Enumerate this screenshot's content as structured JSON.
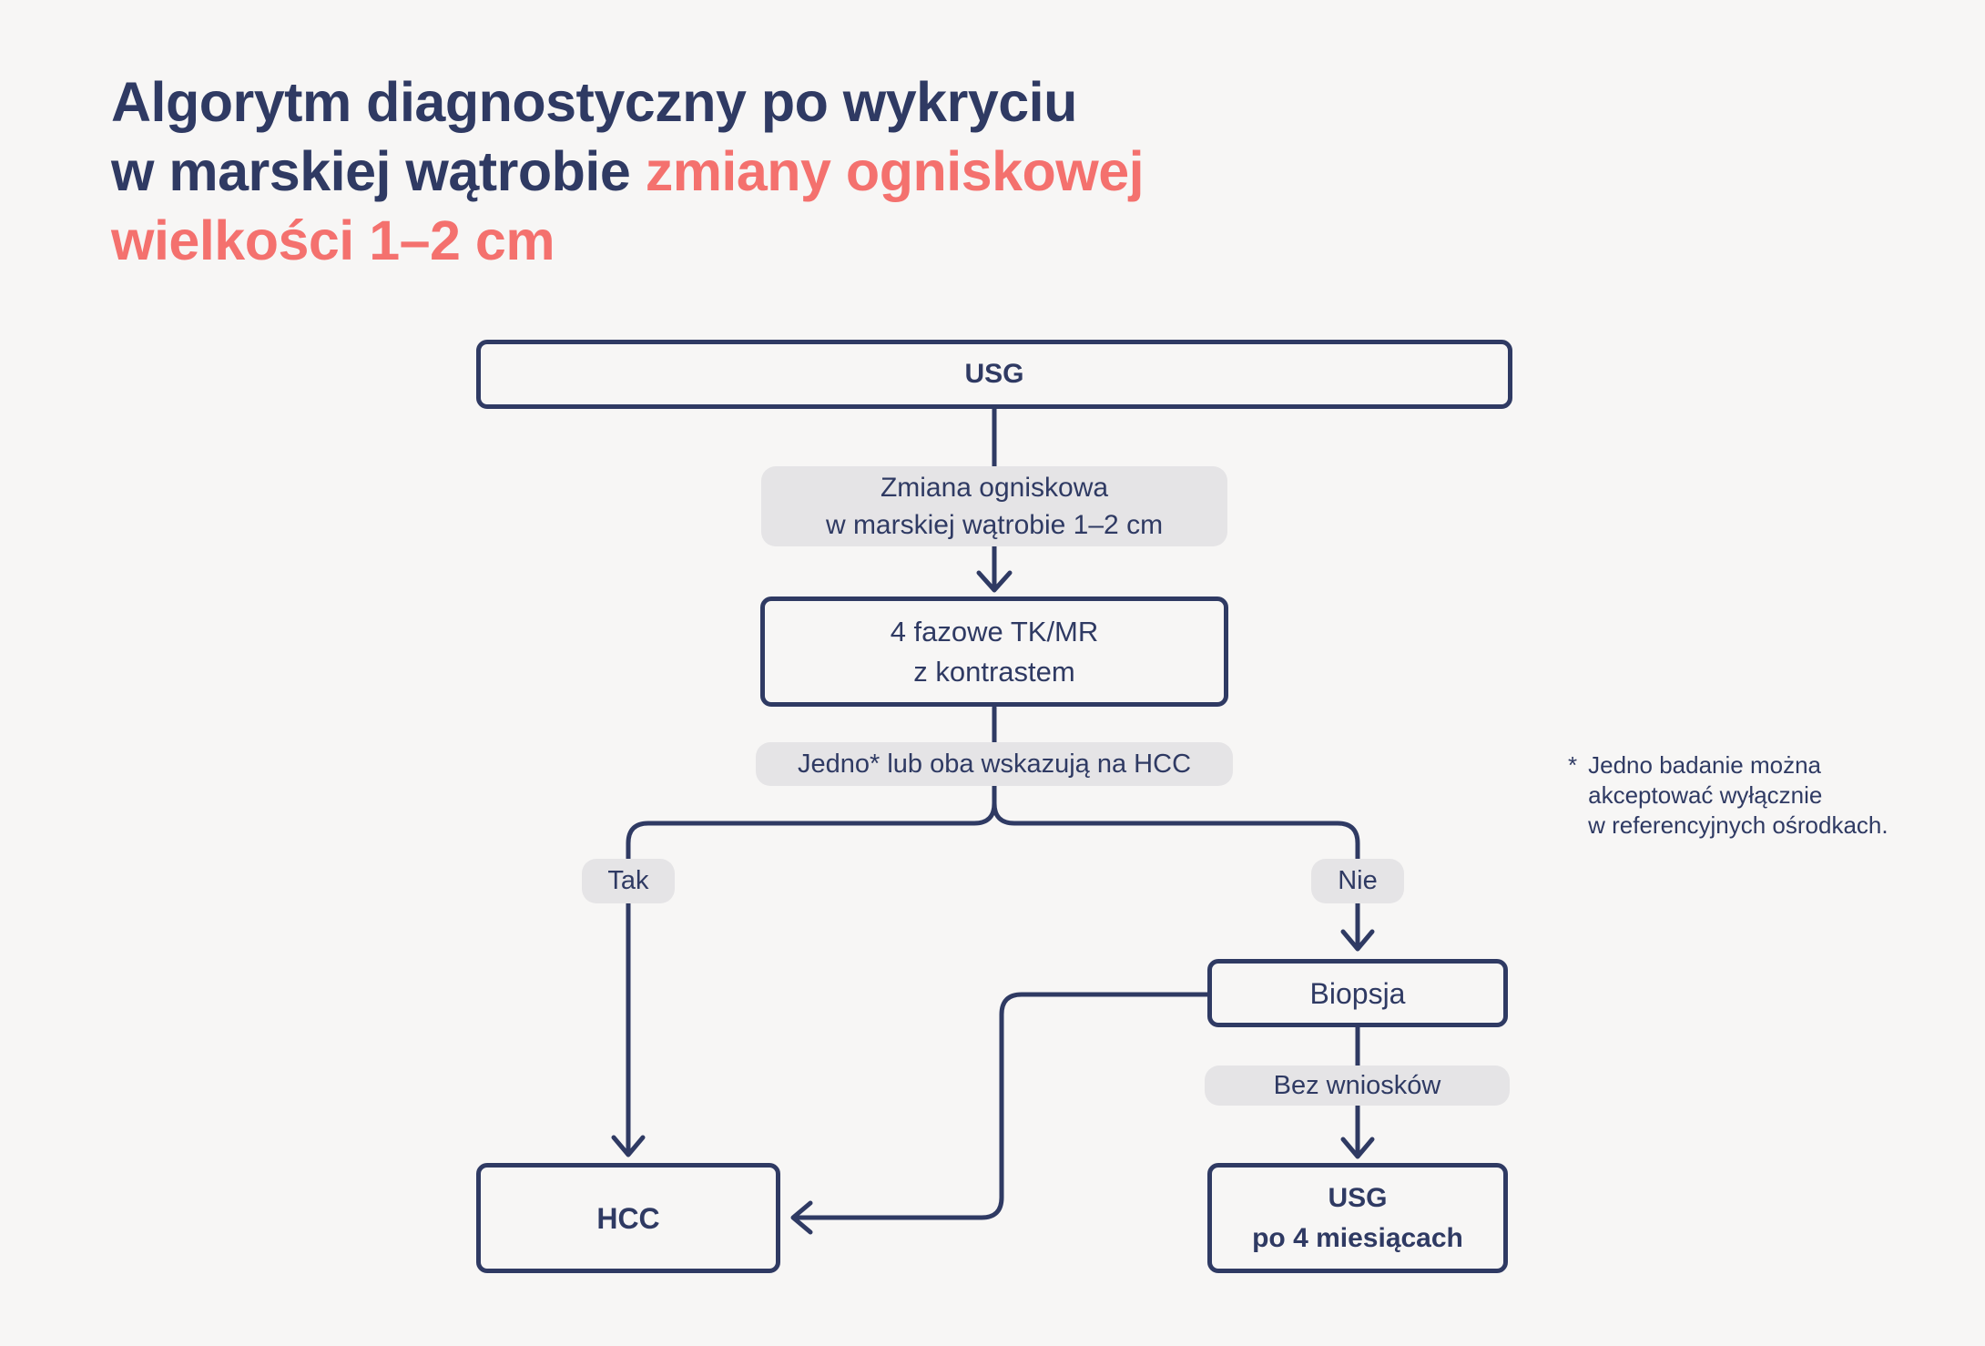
{
  "page": {
    "background_color": "#F7F6F5"
  },
  "colors": {
    "navy": "#2F3A63",
    "coral_accent": "#F4716E",
    "label_background": "#E5E4E6"
  },
  "title": {
    "line1": "Algorytm diagnostyczny po wykryciu",
    "line2_dark": "w marskiej wątrobie ",
    "line2_accent": "zmiany ogniskowej",
    "line3_accent": "wielkości 1–2 cm"
  },
  "flowchart": {
    "nodes": {
      "usg": {
        "label": "USG"
      },
      "tkmr": {
        "line1": "4 fazowe TK/MR",
        "line2": "z kontrastem"
      },
      "biopsja": {
        "label": "Biopsja"
      },
      "hcc": {
        "label": "HCC"
      },
      "usg4": {
        "line1": "USG",
        "line2": "po 4 miesiącach"
      }
    },
    "edge_labels": {
      "zmiana_line1": "Zmiana ogniskowa",
      "zmiana_line2": "w marskiej wątrobie 1–2 cm",
      "jedno": "Jedno* lub oba wskazują na HCC",
      "tak": "Tak",
      "nie": "Nie",
      "bez_wnioskow": "Bez wniosków"
    }
  },
  "footnote": {
    "marker": "*",
    "line1": "Jedno badanie można",
    "line2": "akceptować wyłącznie",
    "line3": "w referencyjnych ośrodkach."
  }
}
